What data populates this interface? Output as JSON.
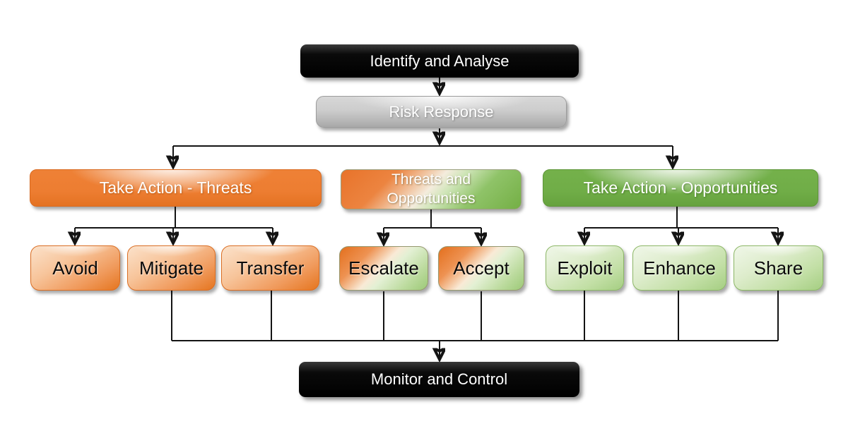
{
  "diagram": {
    "nodes": {
      "identify": "Identify and Analyse",
      "risk_response": "Risk Response",
      "take_action_threats": "Take Action - Threats",
      "threats_and_opportunities": "Threats and Opportunities",
      "take_action_opportunities": "Take Action - Opportunities",
      "avoid": "Avoid",
      "mitigate": "Mitigate",
      "transfer": "Transfer",
      "escalate": "Escalate",
      "accept": "Accept",
      "exploit": "Exploit",
      "enhance": "Enhance",
      "share": "Share",
      "monitor": "Monitor and Control"
    },
    "edges": [
      {
        "from": "identify",
        "to": "risk_response"
      },
      {
        "from": "risk_response",
        "to": "take_action_threats"
      },
      {
        "from": "risk_response",
        "to": "threats_and_opportunities"
      },
      {
        "from": "risk_response",
        "to": "take_action_opportunities"
      },
      {
        "from": "take_action_threats",
        "to": "avoid"
      },
      {
        "from": "take_action_threats",
        "to": "mitigate"
      },
      {
        "from": "take_action_threats",
        "to": "transfer"
      },
      {
        "from": "threats_and_opportunities",
        "to": "escalate"
      },
      {
        "from": "threats_and_opportunities",
        "to": "accept"
      },
      {
        "from": "take_action_opportunities",
        "to": "exploit"
      },
      {
        "from": "take_action_opportunities",
        "to": "enhance"
      },
      {
        "from": "take_action_opportunities",
        "to": "share"
      },
      {
        "from": "mitigate",
        "to": "monitor"
      },
      {
        "from": "transfer",
        "to": "monitor"
      },
      {
        "from": "escalate",
        "to": "monitor"
      },
      {
        "from": "accept",
        "to": "monitor"
      },
      {
        "from": "exploit",
        "to": "monitor"
      },
      {
        "from": "enhance",
        "to": "monitor"
      },
      {
        "from": "share",
        "to": "monitor"
      }
    ],
    "colors": {
      "threat_orange": "#ED7D31",
      "opportunity_green": "#70AD47",
      "process_black": "#000000",
      "response_gray": "#C6C6C6",
      "connector": "#141414",
      "text_on_dark": "#FFFFFF",
      "text_on_light": "#0A0A0A"
    }
  }
}
